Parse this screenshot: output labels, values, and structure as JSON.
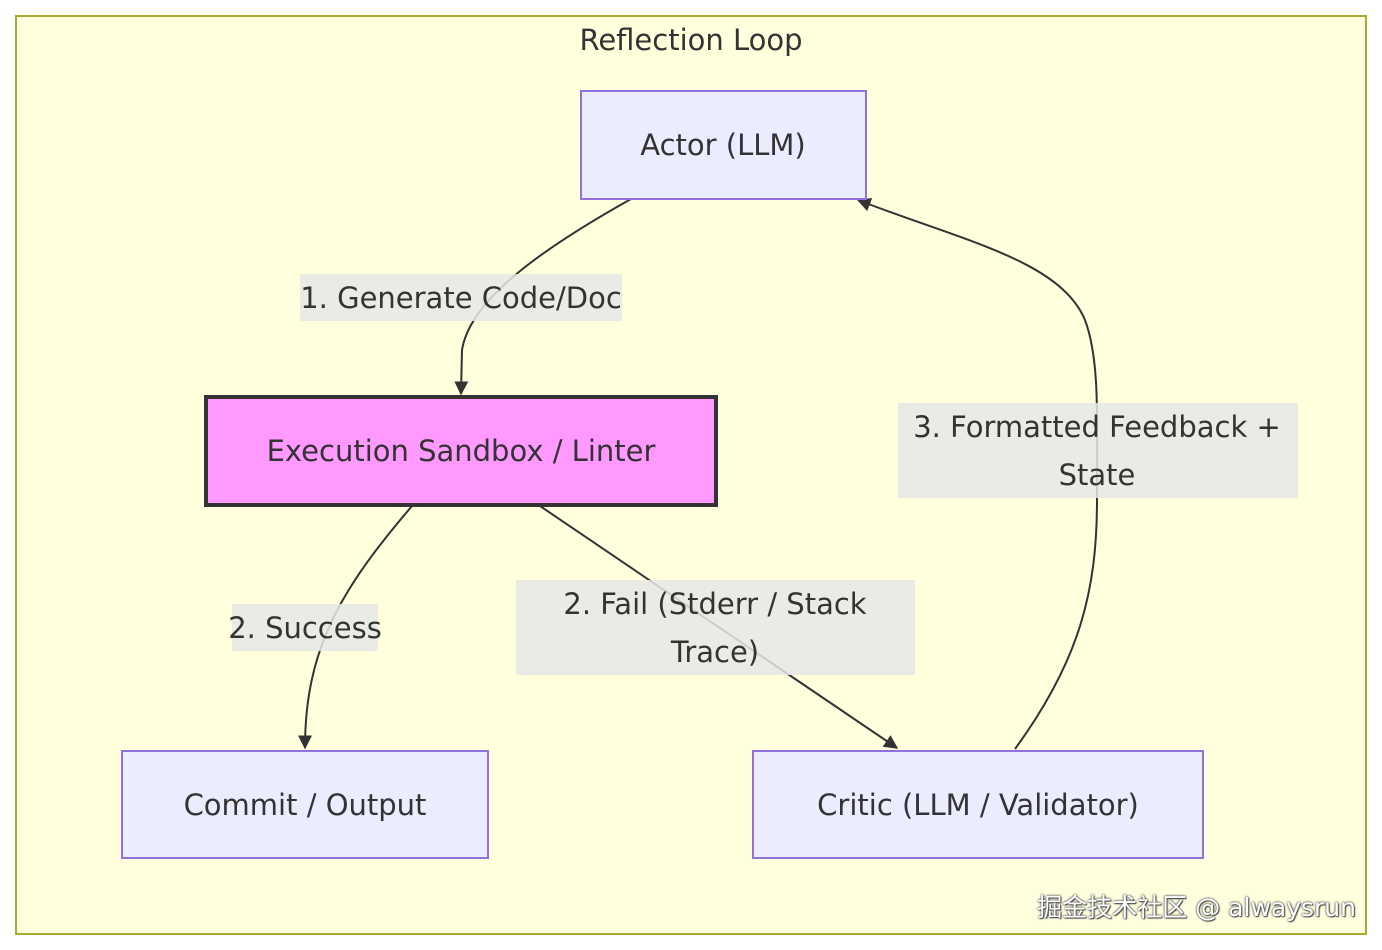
{
  "cluster": {
    "title": "Reflection Loop"
  },
  "nodes": {
    "actor": {
      "label": "Actor (LLM)"
    },
    "sandbox": {
      "label": "Execution Sandbox / Linter"
    },
    "commit": {
      "label": "Commit / Output"
    },
    "critic": {
      "label": "Critic (LLM / Validator)"
    }
  },
  "edges": {
    "generate": {
      "label": "1. Generate Code/Doc"
    },
    "success": {
      "label": "2. Success"
    },
    "fail": {
      "line1": "2. Fail (Stderr / Stack",
      "line2": "Trace)"
    },
    "feedback": {
      "line1": "3. Formatted Feedback +",
      "line2": "State"
    }
  },
  "watermark": {
    "text": "掘金技术社区 @ alwaysrun"
  },
  "colors": {
    "cluster_fill": "#ffffde",
    "cluster_stroke": "#aaaa33",
    "node_fill": "#ececff",
    "node_stroke": "#9370db",
    "highlight_fill": "#ff99ff",
    "highlight_stroke": "#333333",
    "edge_stroke": "#333333",
    "edge_label_bg": "#e8e8e8"
  }
}
